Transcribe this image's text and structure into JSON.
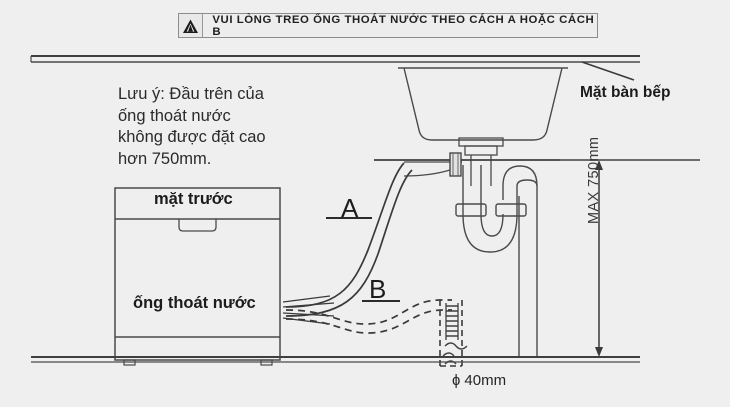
{
  "banner": {
    "icon": "warning-triangle-icon",
    "text": "VUI LÒNG TREO ỐNG THOÁT NƯỚC THEO CÁCH A HOẶC CÁCH B"
  },
  "note": {
    "lines": "Lưu ý: Đầu trên của\nống thoát nước\nkhông được đặt cao\nhơn 750mm."
  },
  "labels": {
    "countertop": "Mặt bàn bếp",
    "front_panel": "mặt trước",
    "drain_hose": "ống thoát nước",
    "route_a": "A",
    "route_b": "B",
    "diameter": "ɸ 40mm",
    "max_height": "MAX 750mm"
  },
  "colors": {
    "background": "#efefef",
    "line": "#3a3a3a",
    "line_light": "#6e6e6e",
    "text": "#262626",
    "banner_border": "#8d8d8d"
  }
}
